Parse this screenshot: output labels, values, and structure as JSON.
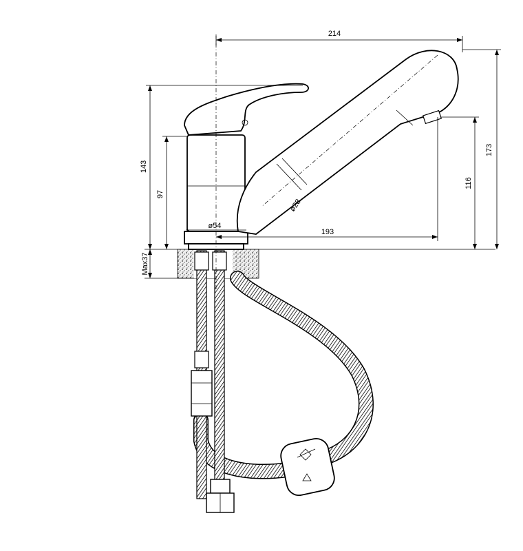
{
  "dimensions": {
    "width_total": "214",
    "reach": "193",
    "height_total": "173",
    "spout_height": "116",
    "handle_height": "143",
    "body_height": "97",
    "mount_thickness": "Max37",
    "base_diameter": "ø54",
    "spout_diameter": "ø28"
  }
}
